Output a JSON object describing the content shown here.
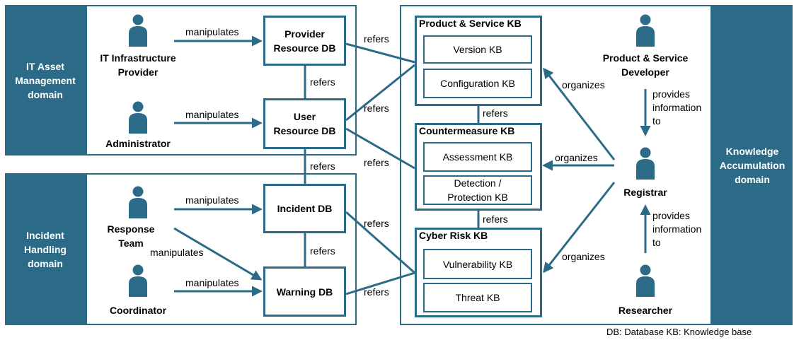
{
  "domains": {
    "it_asset": "IT Asset\nManagement\ndomain",
    "incident": "Incident\nHandling\ndomain",
    "knowledge": "Knowledge\nAccumulation\ndomain"
  },
  "actors": {
    "it_provider": "IT Infrastructure\nProvider",
    "administrator": "Administrator",
    "response_team": "Response\nTeam",
    "coordinator": "Coordinator",
    "product_dev": "Product & Service\nDeveloper",
    "registrar": "Registrar",
    "researcher": "Researcher"
  },
  "databases": {
    "provider": "Provider\nResource DB",
    "user": "User\nResource DB",
    "incident": "Incident DB",
    "warning": "Warning DB"
  },
  "kb_groups": {
    "product_service": {
      "title": "Product & Service KB",
      "items": [
        "Version KB",
        "Configuration KB"
      ]
    },
    "countermeasure": {
      "title": "Countermeasure KB",
      "items": [
        "Assessment KB",
        "Detection /\nProtection KB"
      ]
    },
    "cyber_risk": {
      "title": "Cyber Risk KB",
      "items": [
        "Vulnerability KB",
        "Threat KB"
      ]
    }
  },
  "edge_labels": {
    "manipulates": "manipulates",
    "refers": "refers",
    "organizes": "organizes",
    "provides": "provides\ninformation\nto"
  },
  "legend": "DB: Database    KB: Knowledge base",
  "colors": {
    "accent": "#2b6b87"
  }
}
